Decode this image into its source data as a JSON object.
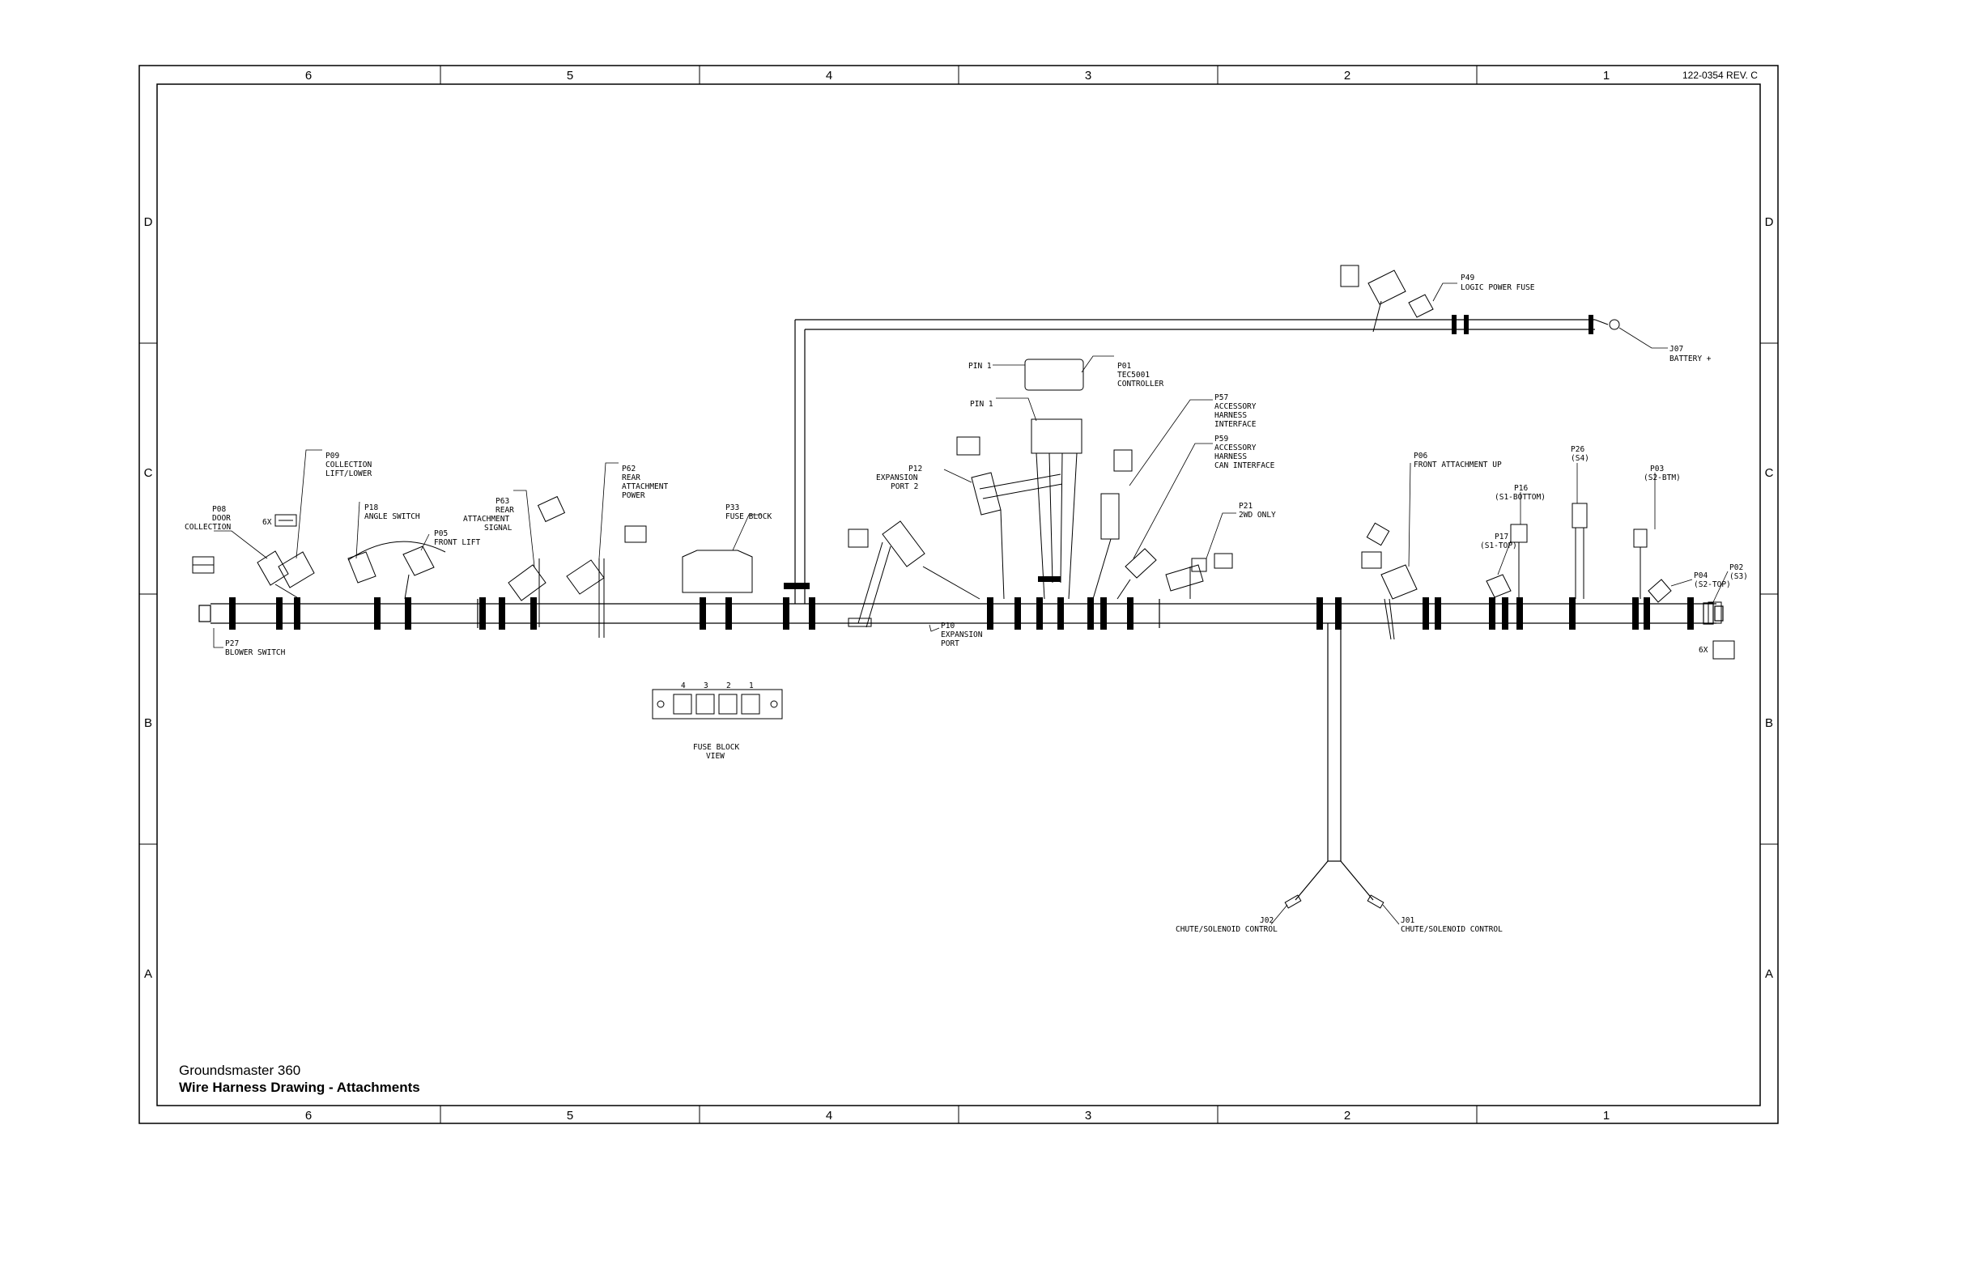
{
  "document": {
    "number": "122-0354 REV. C",
    "title": "Groundsmaster 360",
    "subtitle": "Wire Harness Drawing - Attachments"
  },
  "border": {
    "columns": [
      "6",
      "5",
      "4",
      "3",
      "2",
      "1"
    ],
    "rows": [
      "D",
      "C",
      "B",
      "A"
    ]
  },
  "labels": {
    "p49": [
      "P49",
      "LOGIC POWER FUSE"
    ],
    "j07": [
      "J07",
      "BATTERY +"
    ],
    "pin1a": [
      "PIN 1"
    ],
    "p01": [
      "P01",
      "TEC5001",
      "CONTROLLER"
    ],
    "pin1b": [
      "PIN 1"
    ],
    "p57": [
      "P57",
      "ACCESSORY",
      "HARNESS",
      "INTERFACE"
    ],
    "p59": [
      "P59",
      "ACCESSORY",
      "HARNESS",
      "CAN INTERFACE"
    ],
    "p12": [
      "P12",
      "EXPANSION",
      "PORT 2"
    ],
    "p09": [
      "P09",
      "COLLECTION",
      "LIFT/LOWER"
    ],
    "p08": [
      "P08",
      "DOOR",
      "COLLECTION"
    ],
    "p18": [
      "P18",
      "ANGLE SWITCH"
    ],
    "p05": [
      "P05",
      "FRONT LIFT"
    ],
    "p63": [
      "P63",
      "REAR",
      "ATTACHMENT",
      "SIGNAL"
    ],
    "p62": [
      "P62",
      "REAR",
      "ATTACHMENT",
      "POWER"
    ],
    "p33": [
      "P33",
      "FUSE BLOCK"
    ],
    "p21": [
      "P21",
      "2WD ONLY"
    ],
    "p06": [
      "P06",
      "FRONT ATTACHMENT UP"
    ],
    "p16": [
      "P16",
      "(S1-BOTTOM)"
    ],
    "p17": [
      "P17",
      "(S1-TOP)"
    ],
    "p26": [
      "P26",
      "(S4)"
    ],
    "p03": [
      "P03",
      "(S2-BTM)"
    ],
    "p04": [
      "P04",
      "(S2-TOP)"
    ],
    "p02": [
      "P02",
      "(S3)"
    ],
    "p27": [
      "P27",
      "BLOWER SWITCH"
    ],
    "p10": [
      "P10",
      "EXPANSION",
      "PORT"
    ],
    "fuse_view": [
      "FUSE BLOCK",
      "VIEW"
    ],
    "j02": [
      "J02",
      "CHUTE/SOLENOID CONTROL"
    ],
    "j01": [
      "J01",
      "CHUTE/SOLENOID CONTROL"
    ],
    "six_x_left": [
      "6X"
    ],
    "six_x_right": [
      "6X"
    ]
  },
  "fuse_block_numbers": [
    "4",
    "3",
    "2",
    "1"
  ]
}
